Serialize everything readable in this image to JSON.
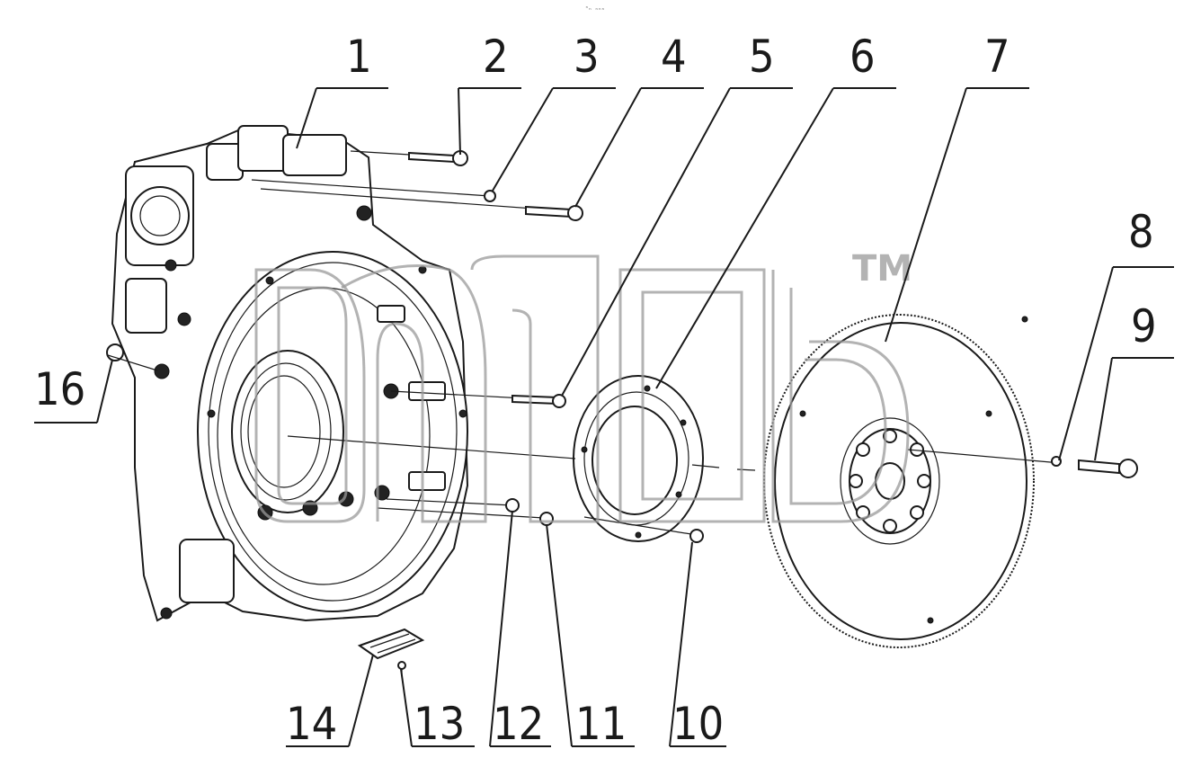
{
  "header": {
    "caption": "ⁿₙ ₙₙₙ"
  },
  "watermark": {
    "text": "TM"
  },
  "callouts": [
    {
      "label": "1"
    },
    {
      "label": "2"
    },
    {
      "label": "3"
    },
    {
      "label": "4"
    },
    {
      "label": "5"
    },
    {
      "label": "6"
    },
    {
      "label": "7"
    },
    {
      "label": "8"
    },
    {
      "label": "9"
    },
    {
      "label": "10"
    },
    {
      "label": "11"
    },
    {
      "label": "12"
    },
    {
      "label": "13"
    },
    {
      "label": "14"
    },
    {
      "label": "16"
    }
  ],
  "parts": {
    "flywheel_housing": "flywheel-housing",
    "oil_seal_plate": "oil-seal-plate",
    "flywheel": "flywheel-ring-gear",
    "inspection_cover": "inspection-cover"
  }
}
